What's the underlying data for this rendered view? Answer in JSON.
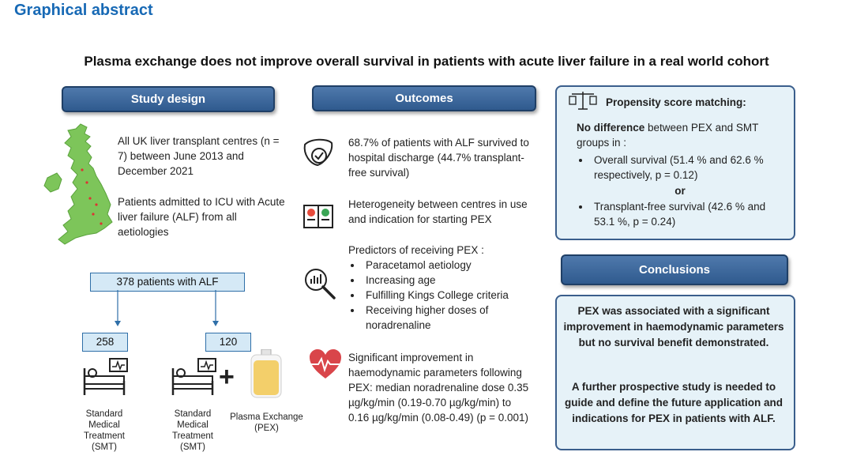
{
  "header": {
    "label": "Graphical abstract",
    "title": "Plasma exchange does not improve overall survival in patients with acute liver failure in a real world cohort"
  },
  "study_design": {
    "heading": "Study design",
    "centres": "All UK liver transplant centres (n = 7) between June 2013 and December 2021",
    "patients": "Patients admitted to ICU with Acute liver failure (ALF) from all aetiologies",
    "total": "378 patients with ALF",
    "smt_count": "258",
    "pex_count": "120",
    "smt_label": "Standard Medical Treatment (SMT)",
    "smt_label2": "Standard Medical Treatment (SMT)",
    "plasma_label": "Plasma Exchange (PEX)",
    "plus": "+"
  },
  "outcomes": {
    "heading": "Outcomes",
    "survival": "68.7% of patients with ALF survived to hospital discharge (44.7% transplant-free survival)",
    "heterogeneity": "Heterogeneity between centres  in use and indication for starting PEX",
    "predictors_title": "Predictors of receiving PEX :",
    "predictors": [
      "Paracetamol aetiology",
      "Increasing age",
      "Fulfilling Kings College criteria",
      "Receiving higher doses of noradrenaline"
    ],
    "haemo": "Significant improvement in haemodynamic parameters following PEX: median noradrenaline dose 0.35 µg/kg/min (0.19-0.70 µg/kg/min) to 0.16 µg/kg/min (0.08-0.49) (p = 0.001)"
  },
  "psm": {
    "heading": "Propensity score matching:",
    "no_diff_bold": "No difference",
    "no_diff_rest": " between PEX and SMT groups in :",
    "item1": "Overall survival (51.4 % and 62.6 % respectively, p = 0.12)",
    "or": "or",
    "item2": "Transplant-free survival (42.6 % and 53.1 %, p = 0.24)"
  },
  "conclusions": {
    "heading": "Conclusions",
    "p1": "PEX was associated with a significant improvement in haemodynamic parameters but no survival benefit demonstrated.",
    "p2": "A further prospective study is needed to guide and define the future application and indications for PEX in patients with ALF."
  },
  "colors": {
    "title_blue": "#1769b5",
    "pill": "#3d6a9f",
    "panel": "#e6f2f8",
    "heart": "#d9454a",
    "plasma": "#f3cf6a"
  }
}
